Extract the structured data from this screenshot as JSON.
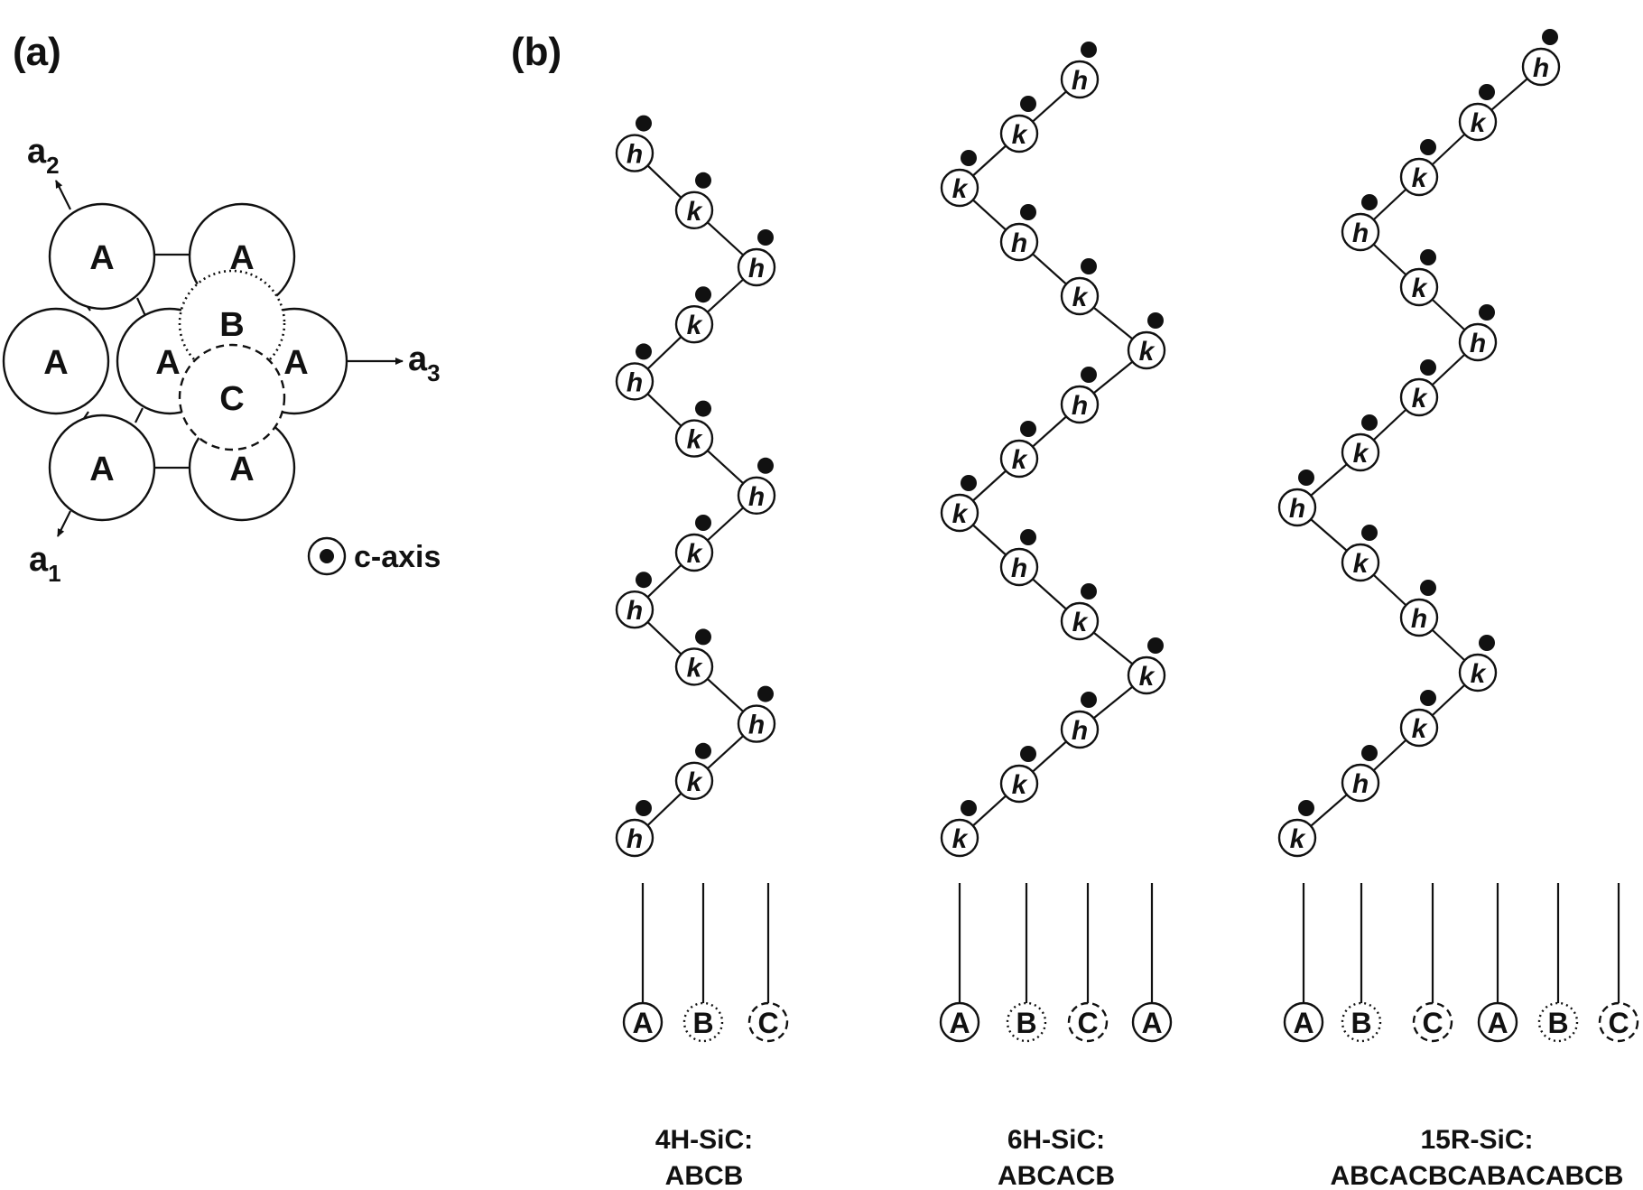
{
  "panel_a": {
    "label": "(a)",
    "spheres": [
      "A",
      "A",
      "A",
      "A",
      "A",
      "A",
      "A"
    ],
    "site_b": "B",
    "site_c": "C",
    "axis_a1": "a",
    "axis_a1_sub": "1",
    "axis_a2": "a",
    "axis_a2_sub": "2",
    "axis_a3": "a",
    "axis_a3_sub": "3",
    "c_axis": "c-axis"
  },
  "panel_b": {
    "label": "(b)",
    "polytypes": [
      {
        "name": "4H-SiC:",
        "sequence": "ABCB",
        "atoms": [
          "h",
          "k",
          "h",
          "k",
          "h",
          "k",
          "h",
          "k",
          "h",
          "k",
          "h",
          "k",
          "h"
        ],
        "stack_sites": [
          "A",
          "B",
          "C"
        ]
      },
      {
        "name": "6H-SiC:",
        "sequence": "ABCACB",
        "atoms": [
          "k",
          "k",
          "h",
          "k",
          "k",
          "h",
          "k",
          "k",
          "h",
          "k",
          "k",
          "h",
          "k",
          "k",
          "h"
        ],
        "stack_sites": [
          "A",
          "B",
          "C",
          "A"
        ]
      },
      {
        "name": "15R-SiC:",
        "sequence": "ABCACBCABACABCB",
        "atoms": [
          "k",
          "h",
          "k",
          "k",
          "h",
          "k",
          "h",
          "k",
          "k",
          "h",
          "k",
          "h",
          "k",
          "k",
          "h"
        ],
        "stack_sites": [
          "A",
          "B",
          "C",
          "A",
          "B",
          "C"
        ]
      }
    ]
  }
}
